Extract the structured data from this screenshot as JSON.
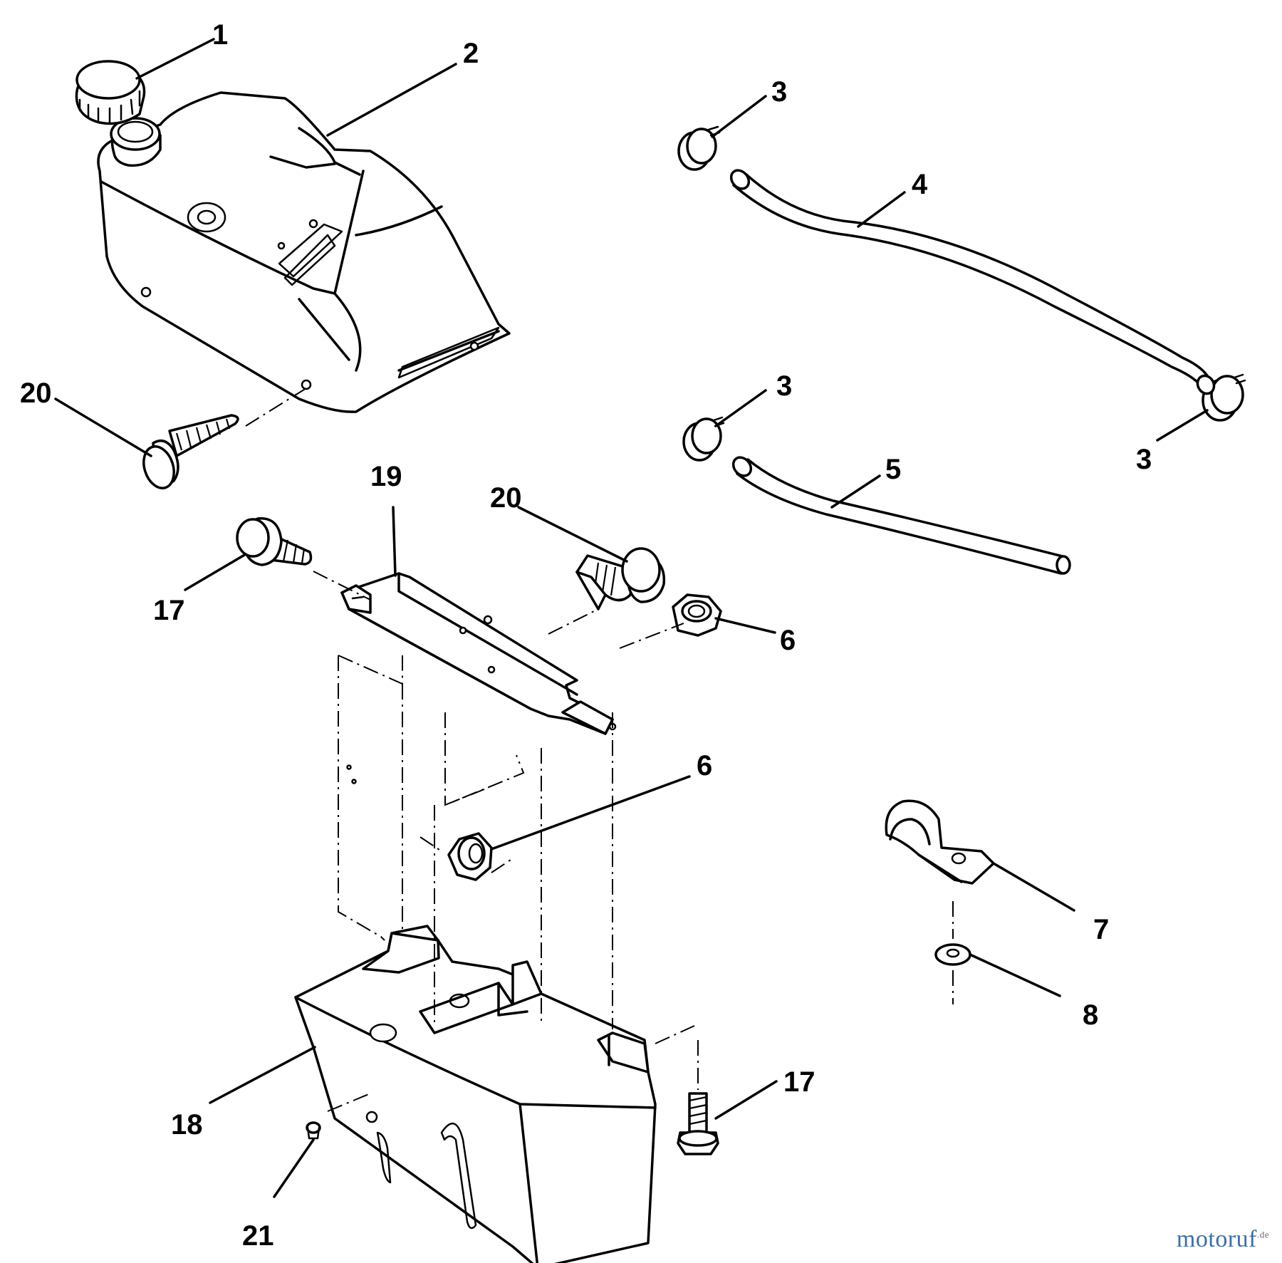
{
  "callouts": {
    "c1": "1",
    "c2": "2",
    "c3a": "3",
    "c3b": "3",
    "c3c": "3",
    "c4": "4",
    "c5": "5",
    "c6a": "6",
    "c6b": "6",
    "c7": "7",
    "c8": "8",
    "c17a": "17",
    "c17b": "17",
    "c18": "18",
    "c19": "19",
    "c20a": "20",
    "c20b": "20",
    "c21": "21"
  },
  "watermark": {
    "text": "motoruf",
    "suffix": ".de"
  }
}
